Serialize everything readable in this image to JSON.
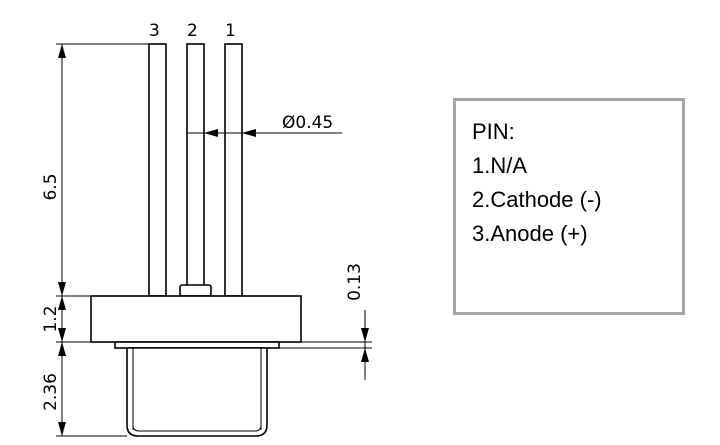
{
  "pins": {
    "numbers": [
      "3",
      "2",
      "1"
    ]
  },
  "dimensions": {
    "pin_diameter": "Ø0.45",
    "pin_length": "6.5",
    "header_height": "1.2",
    "cap_height": "2.36",
    "step": "0.13"
  },
  "pin_legend": {
    "title": "PIN:",
    "items": [
      "1.N/A",
      "2.Cathode (-)",
      "3.Anode (+)"
    ]
  }
}
